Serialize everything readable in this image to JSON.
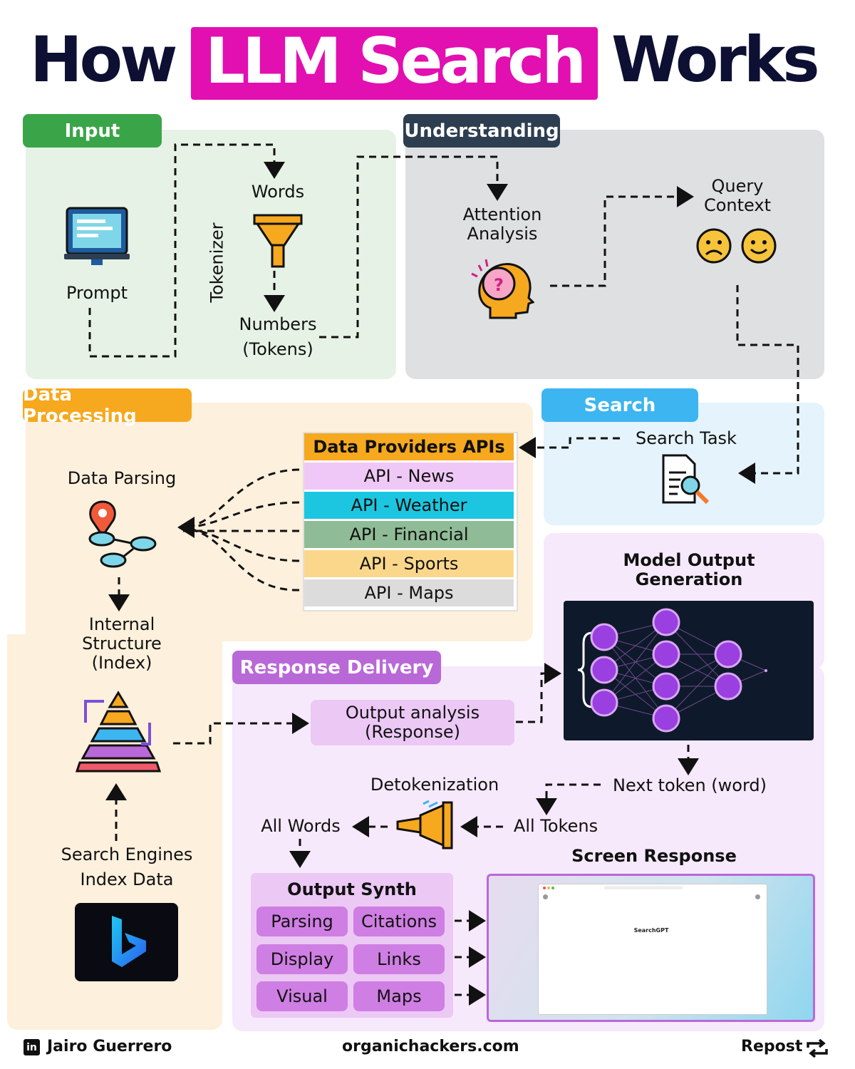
{
  "title": {
    "prefix": "How",
    "highlight": "LLM Search",
    "suffix": "Works"
  },
  "sections": {
    "input": "Input",
    "understanding": "Understanding",
    "data_processing": "Data Processing",
    "search": "Search",
    "response_delivery": "Response Delivery"
  },
  "input": {
    "prompt": "Prompt",
    "tokenizer": "Tokenizer",
    "words": "Words",
    "numbers": "Numbers",
    "tokens": "(Tokens)"
  },
  "understanding": {
    "attention": "Attention",
    "analysis": "Analysis",
    "query": "Query",
    "context": "Context"
  },
  "search": {
    "task": "Search Task"
  },
  "apis": {
    "header": "Data Providers APIs",
    "items": [
      {
        "label": "API - News",
        "color": "#f0c8f7"
      },
      {
        "label": "API - Weather",
        "color": "#1cc6e0"
      },
      {
        "label": "API - Financial",
        "color": "#8fbc96"
      },
      {
        "label": "API - Sports",
        "color": "#fbd78c"
      },
      {
        "label": "API - Maps",
        "color": "#dcdcdc"
      }
    ]
  },
  "data_processing": {
    "parsing": "Data Parsing",
    "internal": [
      "Internal",
      "Structure",
      "(Index)"
    ],
    "search_engines": [
      "Search Engines",
      "Index Data"
    ]
  },
  "model": {
    "title_line1": "Model Output",
    "title_line2": "Generation"
  },
  "response": {
    "output_analysis": "Output analysis",
    "output_response": "(Response)",
    "next_token": "Next token (word)",
    "detokenization": "Detokenization",
    "all_tokens": "All Tokens",
    "all_words": "All Words",
    "synth_title": "Output Synth",
    "synth_items": [
      "Parsing",
      "Citations",
      "Display",
      "Links",
      "Visual",
      "Maps"
    ],
    "screen_title": "Screen Response",
    "screen_text": "SearchGPT"
  },
  "footer": {
    "author": "Jairo Guerrero",
    "site": "organichackers.com",
    "repost": "Repost"
  },
  "colors": {
    "input": "#3aa548",
    "understanding": "#2c3e50",
    "data_processing": "#f6a81e",
    "search": "#3cb5f0",
    "response": "#b968d8",
    "brand": "#e20fb1"
  }
}
